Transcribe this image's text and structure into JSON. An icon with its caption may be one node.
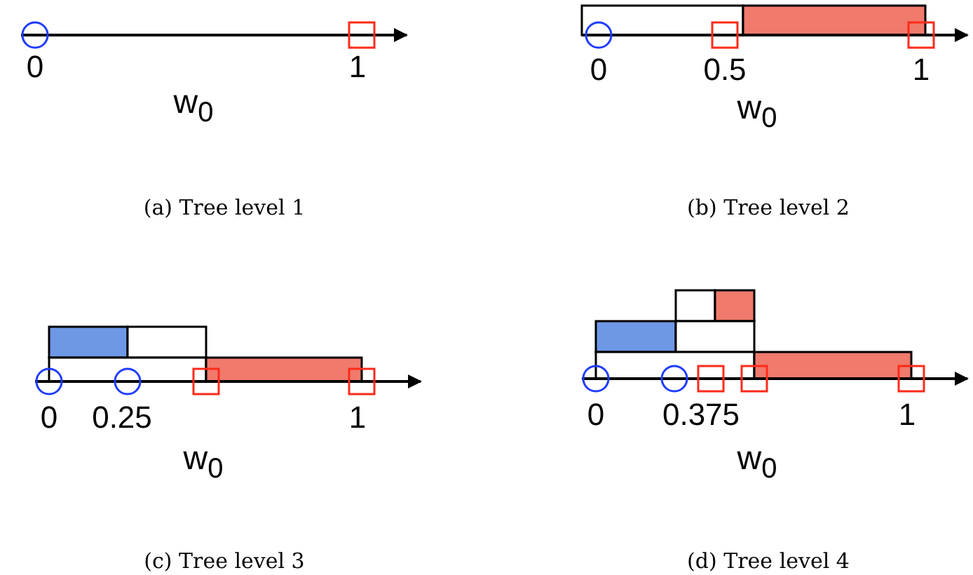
{
  "diagram": {
    "labels": [
      "0",
      "1",
      "w$_{0}$",
      "0",
      "0.5",
      "1",
      "w$_{0}$",
      "(a) Tree level 1",
      "(b) Tree level 2",
      "0",
      "0.25",
      "1",
      "w$_{0}$",
      "0",
      "0.375",
      "1",
      "w$_{0}$",
      "(c) Tree level 3",
      "(d) Tree level 4"
    ]
  }
}
